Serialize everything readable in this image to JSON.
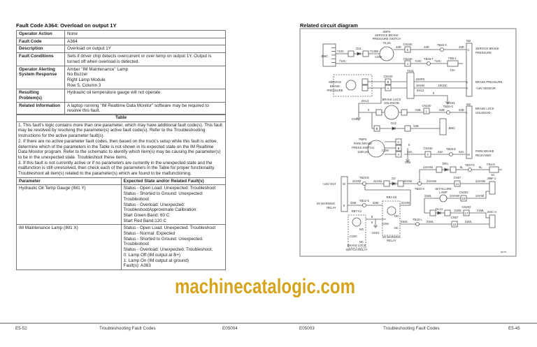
{
  "left": {
    "title": "Fault Code A364: Overload on output 1Y",
    "fault_table": [
      {
        "label": "Operator Action",
        "value": "None"
      },
      {
        "label": "Fault Code",
        "value": "A364"
      },
      {
        "label": "Description",
        "value": "Overload on output 1Y"
      },
      {
        "label": "Fault Conditions",
        "value": "Sets if driver chip detects overcurrent or over temp on output 1Y. Output is turned off when overload is detected."
      },
      {
        "label": "Operator Alerting System Response",
        "value": "Amber \"IM Maintenance\" Lamp\nNo Buzzer\nRight Lamp Module\nRow 5, Column 3"
      },
      {
        "label": "Resulting Problem(s)",
        "value": "Hydraulic oil temperature gauge will not operate."
      },
      {
        "label": "Related Information",
        "value": "A laptop running \"IM Realtime Data Monitor\" software may be required to resolve this fault."
      }
    ],
    "param_table": {
      "heading": "Table",
      "instructions": "1. This fault's logic contains more than one parameter, which may have additional fault code(s). This fault may be resolved by resolving the parameter(s) active fault code(s). Refer to the Troubleshooting Instructions for the active parameter fault(s).\n2. If there are no active parameter fault codes, then based on the truck's setup while this fault is active, determine which of the parameters in the Table is not shown in its expected state on the IM Realtime Data Monitor program. Refer to the schematic to identify which item(s) may be causing the parameter(s) to be in the unexpected state. Troubleshoot these items.\n3. If this fault is not currently active or if no parameters are currently in the unexpected state and the malfunction is still unresolved, then check each of the parameters in the Table for proper functionality. Troubleshoot all item(s) related to the parameter(s) which are found to be malfunctioning.",
      "col_parameter": "Parameter",
      "col_expected": "Expected State and/or Related Fault(s)",
      "rows": [
        {
          "parameter": "Hydraulic Oil Temp Gauge (IM1 Y)",
          "expected": "Status - Open Load: Unexpected: Troubleshoot\nStatus - Shorted to Ground: Unexpected: Troubleshoot\nStatus - Overload: Unexpected: TroubleshootApproximate Calibration:\nStart Green Band: 60 C\nStart Red Band:120 C"
        },
        {
          "parameter": "IM Maintenance Lamp (IM1 X)",
          "expected": "Status - Open Load: Unexpected. Troubleshoot\nStatus - Normal: Expected\nStatus - Shorted to Ground: Unexpected. Troubleshoot\nStatus - Overload: Unexpected. Troubleshoot.\n0:  Lamp Off (IM output at B+)\n1:  Lamp On (IM output at ground)\nFault(s): A363"
        }
      ]
    }
  },
  "right": {
    "title": "Related circuit diagram",
    "labels": [
      "SBPS",
      "SERVICE BRAKE",
      "PRESSURE SWITCH",
      "75 psi",
      "JB6C",
      "710C",
      "D11",
      "T125B",
      "COM",
      "48R",
      "CN240",
      "K",
      "48R",
      "TB26-X",
      "48R",
      "M3",
      "C",
      "SERVICE BRAKE",
      "PRESSURE",
      "710C",
      "CN240",
      "J",
      "710C",
      "TB26-T",
      "710C",
      "FB6-1",
      "10A",
      "SERVICE",
      "BRAKE",
      "PRESSURE",
      "CN240",
      "B",
      "A",
      "TS41",
      "226PS",
      "18VIM",
      "SHL3",
      "18VDC",
      "p",
      "h",
      "BRAKE PRESSURE",
      "+18V SENSOR",
      "0",
      "GS03",
      "SHL3",
      "BRAKE LOCK",
      "SOLENOID",
      "0",
      "GS8",
      "52B",
      "CN240",
      "L",
      "52B",
      "TB26-G",
      "52B",
      "M2",
      "i",
      "BRAKE LOCK",
      "SOLENOID",
      "JB6C",
      "B",
      "D12",
      "52B",
      "PBPS",
      "PARK BRAKE",
      "PRESS SWITCH",
      "1250 psi",
      "COM",
      "C",
      "B",
      "A",
      "0",
      "52A",
      "GS8",
      "CN240",
      "F",
      "52A",
      "TB25-E",
      "52A",
      "M",
      "PARK BRAKE",
      "RELEASED",
      "24VHM",
      "DR1",
      "8L",
      "TB37-K",
      "8L",
      "FB4-8",
      "5A",
      "+24V OUT",
      "W",
      "24VIM",
      "TB43-E",
      "24VIM",
      "D2",
      "24VIM",
      "TB40-X",
      "24VHM",
      "CN07",
      "21",
      "24VHM",
      "J86F-1",
      "IM FAILURE",
      "LAMP",
      "31ML",
      "24VHM",
      "CN202",
      "19",
      "24VIM",
      "IM WARNING",
      "RELAY",
      "K",
      "33M",
      "TB22-S",
      "33M",
      "RB1-K5",
      "24VIM",
      "DL14",
      "21ML",
      "CN202",
      "17",
      "21ML",
      "J84C-3",
      "RB7-K2",
      "8",
      "0",
      "GS01",
      "COM",
      "NO",
      "NC",
      "31ML",
      "TB23-L",
      "31ML",
      "CN07",
      "15",
      "31ML",
      "IM WARNING",
      "RELAY",
      "NO",
      "COM",
      "NC",
      "BRAKE LOCK",
      "SWITCH RELAY",
      "90078"
    ]
  },
  "watermark": "machinecatalogic.com",
  "colors": {
    "watermark": "#d6a41c",
    "line": "#555555"
  },
  "footer": {
    "left_page": "E5-52",
    "left_section": "Troubleshooting Fault Codes",
    "left_code": "E05004",
    "right_code": "E05003",
    "right_section": "Troubleshooting Fault Codes",
    "right_page": "E5-45"
  }
}
